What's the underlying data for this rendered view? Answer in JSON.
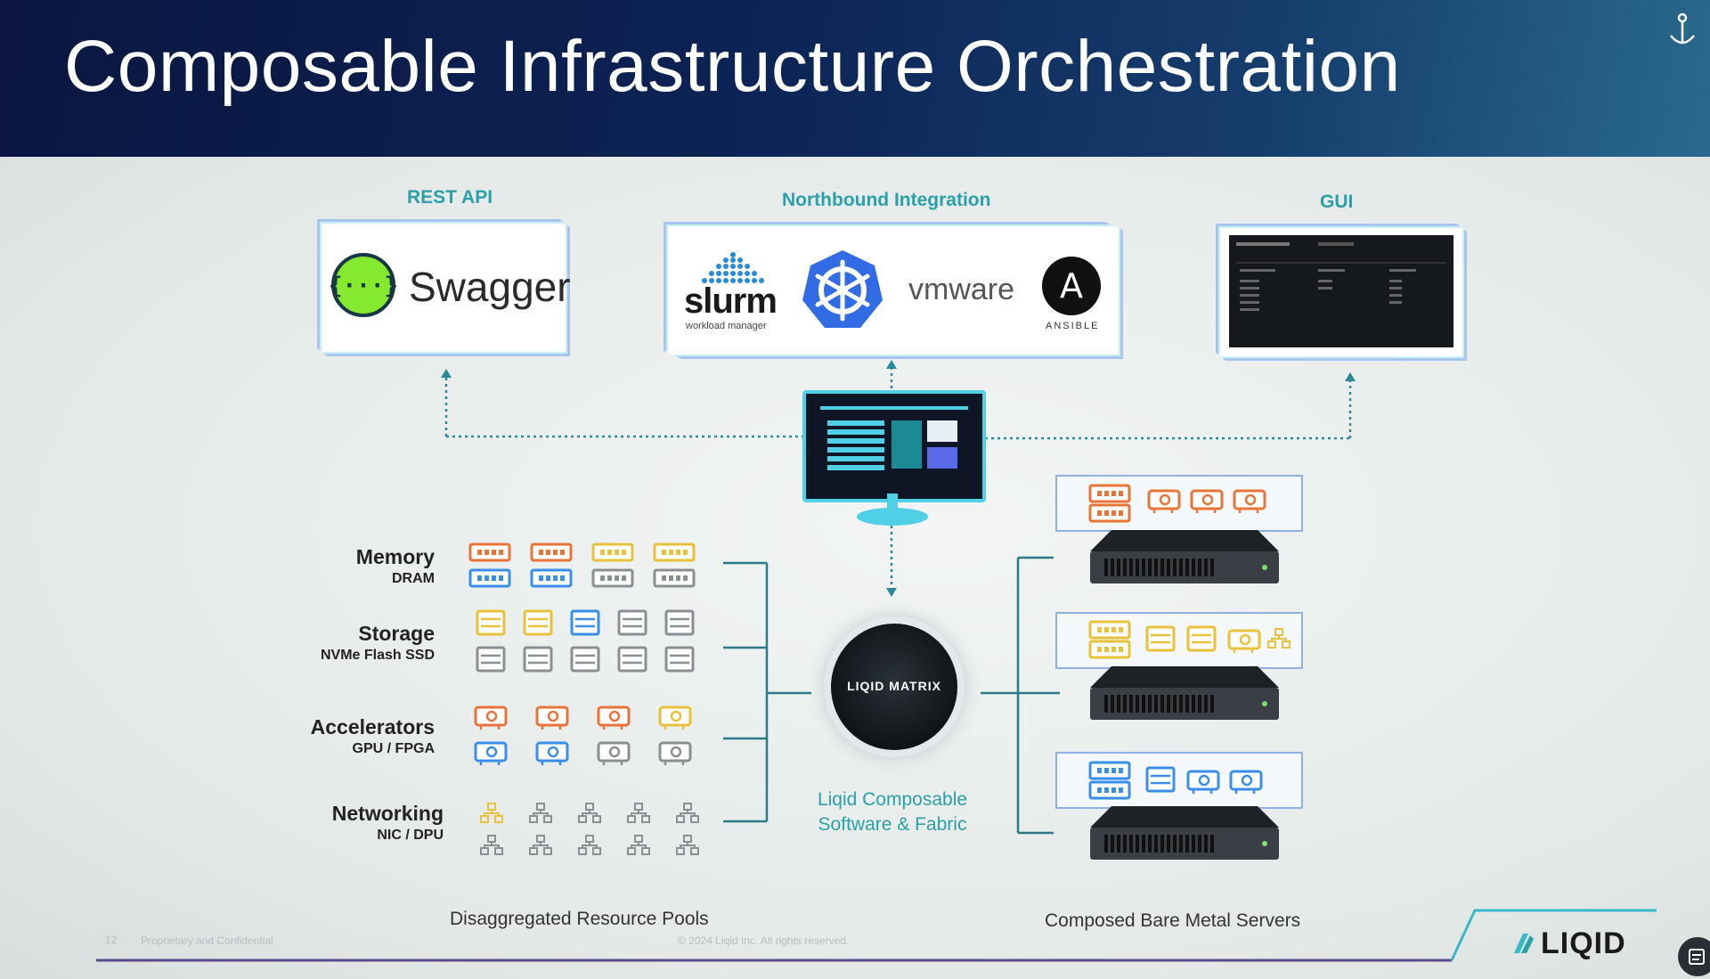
{
  "title": "Composable Infrastructure Orchestration",
  "sections": {
    "rest_api": "REST API",
    "northbound": "Northbound Integration",
    "gui": "GUI"
  },
  "integrations": {
    "swagger": "Swagger",
    "slurm": "slurm",
    "slurm_sub": "workload manager",
    "vmware": "vmware",
    "ansible": "ANSIBLE",
    "ansible_letter": "A"
  },
  "resource_pools": [
    {
      "label": "Memory",
      "sublabel": "DRAM"
    },
    {
      "label": "Storage",
      "sublabel": "NVMe Flash SSD"
    },
    {
      "label": "Accelerators",
      "sublabel": "GPU / FPGA"
    },
    {
      "label": "Networking",
      "sublabel": "NIC / DPU"
    }
  ],
  "matrix": {
    "logo": "LIQID MATRIX",
    "caption_line1": "Liqid Composable",
    "caption_line2": "Software & Fabric"
  },
  "footer": {
    "left_label": "Disaggregated Resource Pools",
    "right_label": "Composed Bare Metal Servers",
    "page_number": "12",
    "confidential": "Proprietary and Confidential",
    "copyright": "© 2024 Liqid Inc. All rights reserved.",
    "brand": "LIQID"
  },
  "colors": {
    "orange": "#e8743a",
    "yellow": "#e8c23a",
    "blue": "#3a8ee8",
    "gray": "#8a8f94",
    "teal": "#2aa0a8"
  },
  "icons": [
    "swagger-icon",
    "slurm-icon",
    "kubernetes-icon",
    "ansible-icon",
    "monitor-icon",
    "dram-icon",
    "ssd-icon",
    "gpu-icon",
    "nic-icon",
    "server-icon",
    "liqid-logo-icon",
    "anchor-icon"
  ]
}
